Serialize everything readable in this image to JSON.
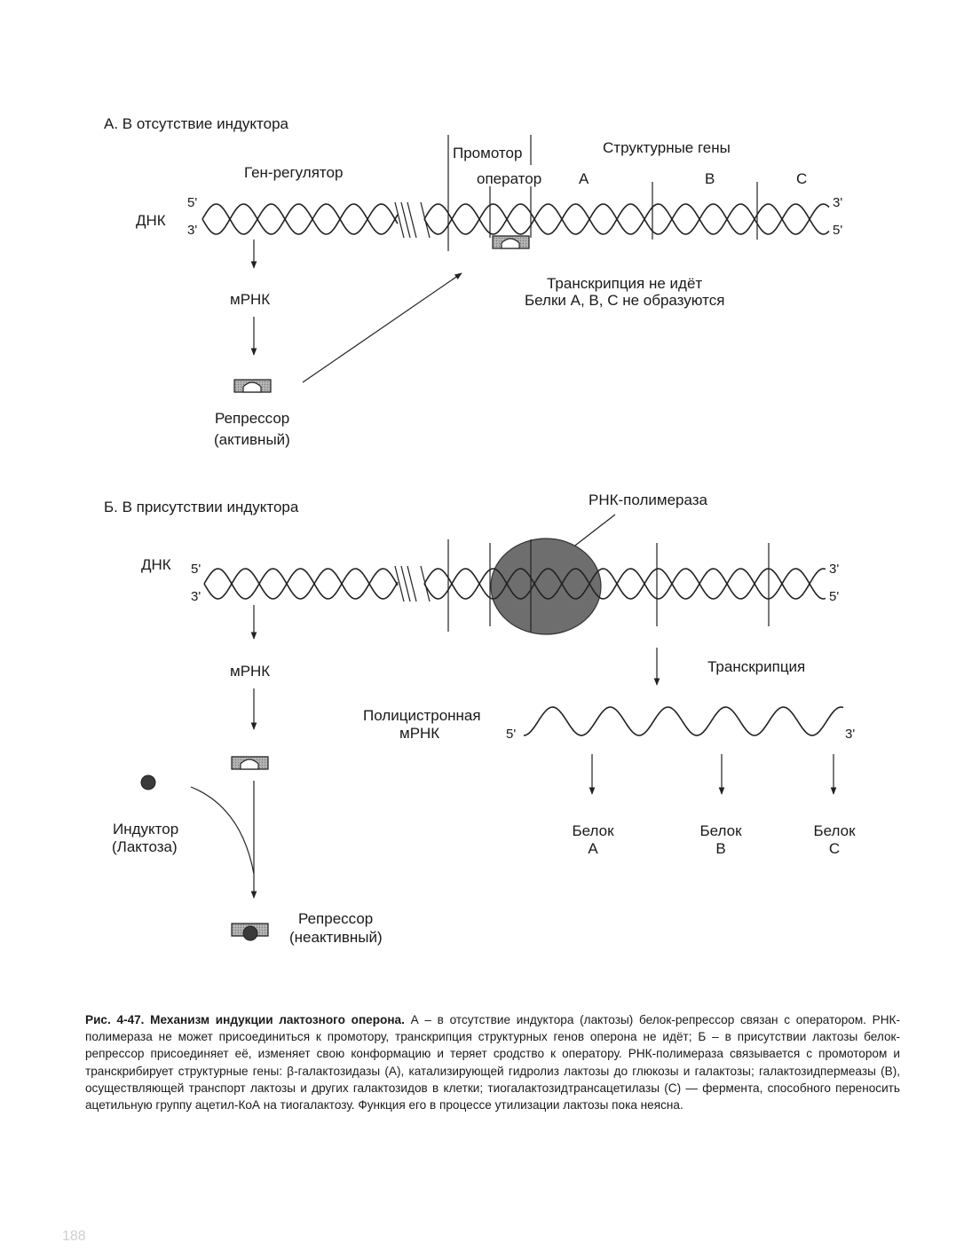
{
  "sectionA": {
    "title": "А.  В отсутствие индуктора",
    "promoter": "Промотор",
    "structural_genes": "Структурные гены",
    "gene_regulator": "Ген-регулятор",
    "operator": "оператор",
    "gene_a": "A",
    "gene_b": "B",
    "gene_c": "C",
    "dna": "ДНК",
    "end5_left": "5'",
    "end3_left": "3'",
    "end3_right": "3'",
    "end5_right": "5'",
    "mrna": "мРНК",
    "no_transcription_1": "Транскрипция не идёт",
    "no_transcription_2": "Белки А, В, С не образуются",
    "repressor_1": "Репрессор",
    "repressor_2": "(активный)"
  },
  "sectionB": {
    "title": "Б.  В присутствии индуктора",
    "rna_polymerase": "РНК-полимераза",
    "dna": "ДНК",
    "end5_left": "5'",
    "end3_left": "3'",
    "end3_right": "3'",
    "end5_right": "5'",
    "mrna": "мРНК",
    "transcription": "Транскрипция",
    "polycistronic_1": "Полицистронная",
    "polycistronic_2": "мРНК",
    "mrna_5": "5'",
    "mrna_3": "3'",
    "inducer_1": "Индуктор",
    "inducer_2": "(Лактоза)",
    "protein": "Белок",
    "protein_a": "A",
    "protein_b": "B",
    "protein_c": "C",
    "repressor_1": "Репрессор",
    "repressor_2": "(неактивный)"
  },
  "caption": {
    "bold": "Рис. 4-47. Механизм индукции лактозного оперона.",
    "text": " А – в отсутствие индуктора (лактозы) белок-репрессор связан с оператором. РНК-полимераза не может присоединиться к промотору, транскрипция структурных генов оперона не идёт; Б – в присутствии лактозы белок-репрессор присоединяет её, изменяет свою конформацию и теряет сродство к оператору. РНК-полимераза связывается с промотором и транскрибирует структурные гены: β-галактозидазы (А), катализирующей гидролиз лактозы до глюкозы и галактозы; галактозидпермеазы (В), осуществляющей транспорт лактозы и других галактозидов в клетки; тиогалактозидтрансацетилазы (С) — фермента, способного переносить ацетильную группу ацетил-КоА на тиогалактозу. Функция его в процессе утилизации лактозы пока неясна."
  },
  "page_number": "188",
  "colors": {
    "ink": "#1a1a1a",
    "protein_fill": "#a0a0a0",
    "polymerase_fill": "#6e6e6e",
    "inducer_fill": "#3a3a3a"
  }
}
